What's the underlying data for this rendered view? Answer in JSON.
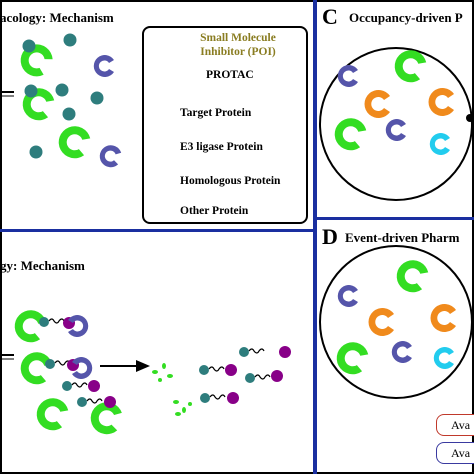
{
  "panel_a": {
    "title": "acology: Mechanism"
  },
  "panel_b": {
    "title": "gy: Mechanism"
  },
  "panel_c": {
    "letter": "C",
    "title": "Occupancy-driven P"
  },
  "panel_d": {
    "letter": "D",
    "title": "Event-driven Pharm"
  },
  "legend": {
    "small_molecule": "Small Molecule\nInhibitor (POI)",
    "protac": "PROTAC",
    "target": "Target Protein",
    "e3": "E3 ligase Protein",
    "homologous": "Homologous  Protein",
    "other": "Other Protein"
  },
  "badges": [
    {
      "label": "Ava",
      "color": "#c0392b"
    },
    {
      "label": "Ava",
      "color": "#3a3aa0"
    }
  ],
  "colors": {
    "target": "#33dd22",
    "e3": "#5555aa",
    "homologous": "#22ccee",
    "other": "#f08a1c",
    "inhibitor": "#2e7d7d",
    "protac_ligand": "#880088",
    "separator": "#1a2fa0"
  }
}
